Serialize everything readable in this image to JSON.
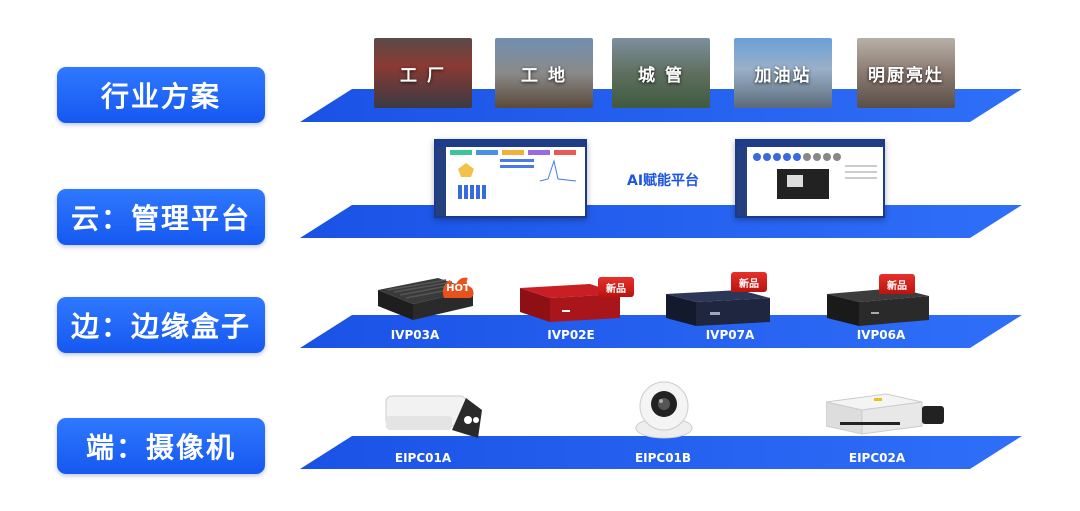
{
  "layers": {
    "industry": {
      "label": "行业方案"
    },
    "cloud": {
      "label": "云：管理平台"
    },
    "edge": {
      "label": "边：边缘盒子"
    },
    "device": {
      "label": "端：摄像机"
    }
  },
  "industry_scenes": [
    "工 厂",
    "工 地",
    "城 管",
    "加油站",
    "明厨亮灶"
  ],
  "cloud_center_label": "AI赋能平台",
  "edge_products": [
    {
      "name": "IVP03A",
      "badge": "HOT",
      "color": "#2b2b2b"
    },
    {
      "name": "IVP02E",
      "badge": "新品",
      "color": "#b3141b"
    },
    {
      "name": "IVP07A",
      "badge": "新品",
      "color": "#1c2540"
    },
    {
      "name": "IVP06A",
      "badge": "新品",
      "color": "#2a2a2a"
    }
  ],
  "cameras": [
    "EIPC01A",
    "EIPC01B",
    "EIPC02A"
  ],
  "colors": {
    "accent": "#1f62f5",
    "band": "#1c56ec",
    "badge": "#d9231c"
  }
}
